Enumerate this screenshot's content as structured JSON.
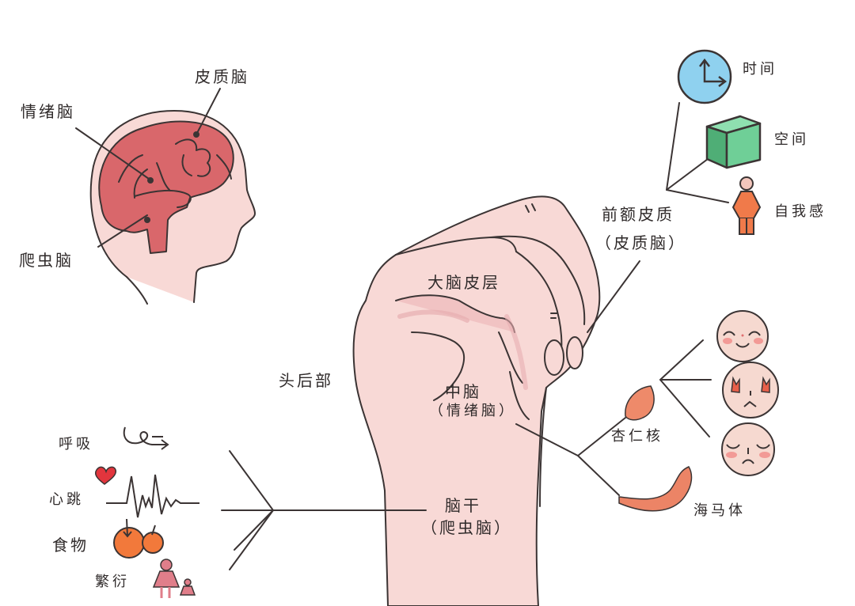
{
  "colors": {
    "background": "#ffffff",
    "skin": "#f8d9d6",
    "skin_shadow": "#e7aeb0",
    "brain": "#d9676b",
    "outline": "#3b3434",
    "clock": "#8fd1ef",
    "cube_front": "#6fcf97",
    "cube_side": "#4fae76",
    "person": "#f07a4a",
    "amygdala": "#ee8a6a",
    "hippocampus": "#ec8466",
    "face": "#f6d9d0",
    "blush": "#f29a96",
    "heart": "#e2353d",
    "fruit": "#f2793b",
    "family": "#e07e8a"
  },
  "head_diagram": {
    "labels": {
      "cortex_brain": "皮质脑",
      "emotional_brain": "情绪脑",
      "reptilian_brain": "爬虫脑"
    }
  },
  "prefrontal": {
    "title": "前额皮质",
    "subtitle": "（皮质脑）",
    "items": [
      {
        "icon": "clock-icon",
        "label": "时间"
      },
      {
        "icon": "cube-icon",
        "label": "空间"
      },
      {
        "icon": "person-icon",
        "label": "自我感"
      }
    ]
  },
  "hand_model": {
    "cerebral_cortex": "大脑皮层",
    "back_of_head": "头后部",
    "midbrain": "中脑",
    "midbrain_sub": "（情绪脑）",
    "brainstem": "脑干",
    "brainstem_sub": "（爬虫脑）"
  },
  "limbic": {
    "amygdala": "杏仁核",
    "hippocampus": "海马体",
    "emotions": [
      {
        "icon": "happy-face-icon"
      },
      {
        "icon": "angry-face-icon"
      },
      {
        "icon": "sad-face-icon"
      }
    ]
  },
  "survival_functions": [
    {
      "icon": "breath-icon",
      "label": "呼吸"
    },
    {
      "icon": "heartbeat-icon",
      "label": "心跳"
    },
    {
      "icon": "fruit-icon",
      "label": "食物"
    },
    {
      "icon": "family-icon",
      "label": "繁衍"
    }
  ]
}
